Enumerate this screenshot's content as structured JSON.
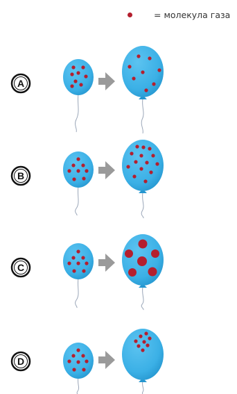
{
  "legend": {
    "marker_color": "#b41f2e",
    "label": "= молекула газа"
  },
  "colors": {
    "balloon": "#3bb0e6",
    "balloon_shade": "#2596cf",
    "molecule": "#b41f2e",
    "arrow": "#9a9a9a",
    "string": "#9aa6b8"
  },
  "options": [
    {
      "letter": "A"
    },
    {
      "letter": "B"
    },
    {
      "letter": "C"
    },
    {
      "letter": "D"
    }
  ]
}
